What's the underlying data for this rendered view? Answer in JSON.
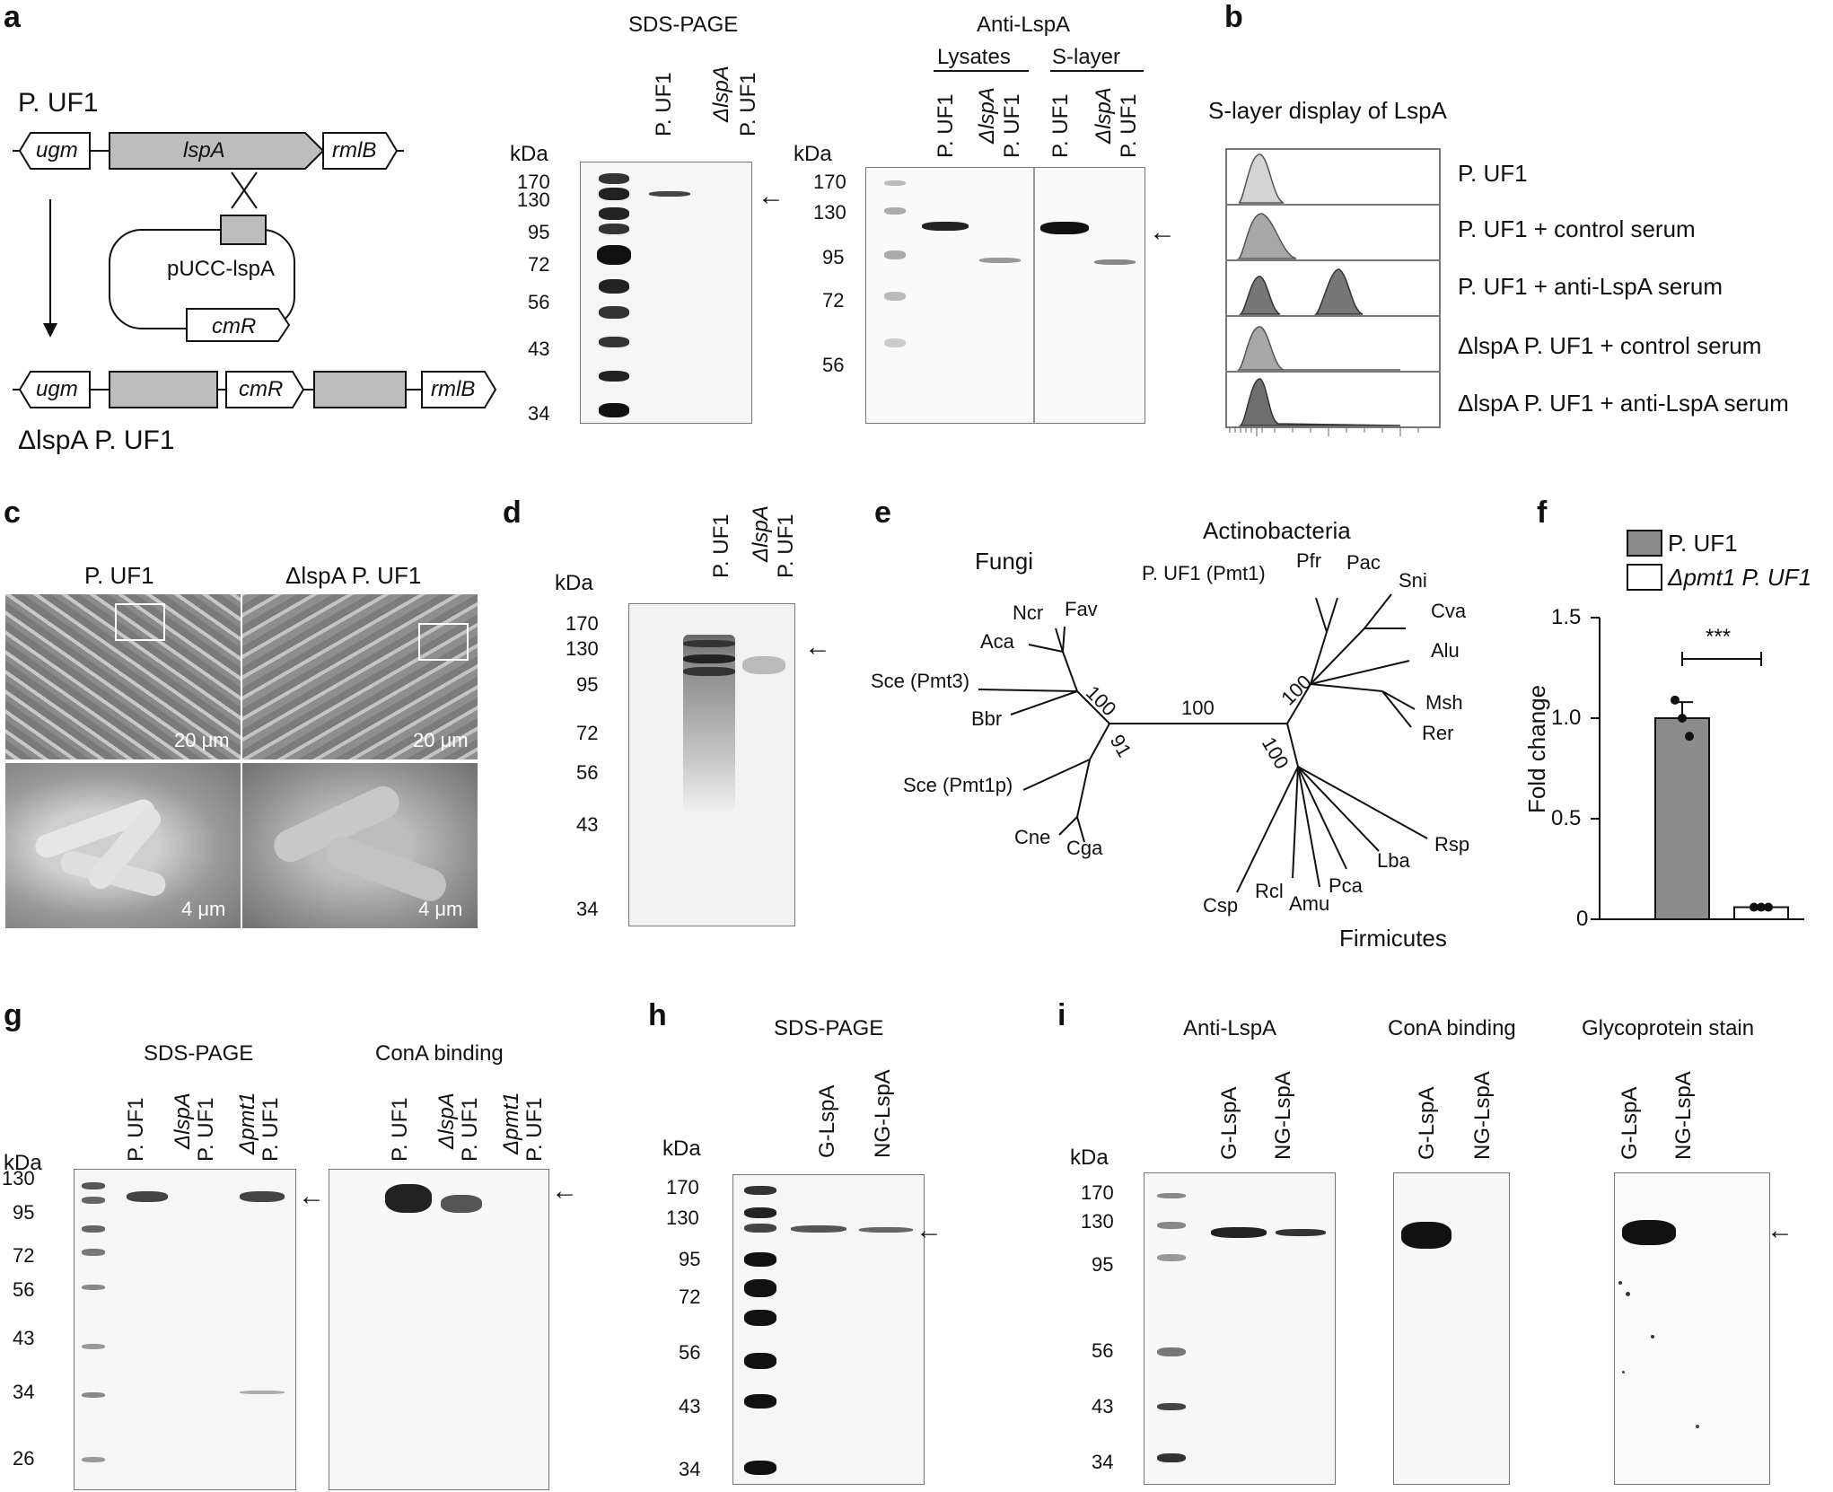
{
  "panels": {
    "a": {
      "label": "a",
      "strain": "P. UF1",
      "genes": [
        "ugm",
        "lspA",
        "rmlB"
      ],
      "plasmid": "pUCC-lspA",
      "plasmid_gene": "cmR",
      "mutant_genes": [
        "ugm",
        "cmR",
        "rmlB"
      ],
      "mutant_label": "ΔlspA P. UF1",
      "sds_title": "SDS-PAGE",
      "anti_title": "Anti-LspA",
      "lysates": "Lysates",
      "slayer": "S-layer",
      "kda": "kDa",
      "sds_markers": [
        "170",
        "130",
        "95",
        "72",
        "56",
        "43",
        "34"
      ],
      "anti_markers": [
        "170",
        "130",
        "95",
        "72",
        "56"
      ],
      "lane_wt": "P. UF1",
      "lane_mut_1": "ΔlspA",
      "lane_mut_2": "P. UF1"
    },
    "b": {
      "label": "b",
      "title": "S-layer display of LspA",
      "rows": [
        "P. UF1",
        "P. UF1 + control serum",
        "P. UF1 + anti-LspA serum",
        "ΔlspA P. UF1 + control serum",
        "ΔlspA P. UF1 + anti-LspA serum"
      ]
    },
    "c": {
      "label": "c",
      "col1": "P. UF1",
      "col2": "ΔlspA P. UF1",
      "scale_top": "20 μm",
      "scale_bottom": "4 μm"
    },
    "d": {
      "label": "d",
      "kda": "kDa",
      "markers": [
        "170",
        "130",
        "95",
        "72",
        "56",
        "43",
        "34"
      ],
      "lane_wt": "P. UF1",
      "lane_mut_1": "ΔlspA",
      "lane_mut_2": "P. UF1"
    },
    "e": {
      "label": "e",
      "groups": [
        "Actinobacteria",
        "Fungi",
        "Firmicutes"
      ],
      "taxa": [
        "Ncr",
        "Fav",
        "Aca",
        "Sce (Pmt3)",
        "Bbr",
        "Sce (Pmt1p)",
        "Cne",
        "Cga",
        "P. UF1 (Pmt1)",
        "Pfr",
        "Pac",
        "Sni",
        "Cva",
        "Alu",
        "Msh",
        "Rer",
        "Rsp",
        "Lba",
        "Pca",
        "Amu",
        "Rcl",
        "Csp"
      ],
      "bootstrap": [
        "100",
        "91",
        "100",
        "100",
        "100"
      ]
    },
    "f": {
      "label": "f",
      "legend": [
        "P. UF1",
        "Δpmt1 P. UF1"
      ],
      "ylabel": "Fold change",
      "yticks": [
        "0",
        "0.5",
        "1.0",
        "1.5"
      ],
      "sig": "***"
    },
    "g": {
      "label": "g",
      "sds_title": "SDS-PAGE",
      "cona_title": "ConA binding",
      "kda": "kDa",
      "markers": [
        "130",
        "95",
        "72",
        "56",
        "43",
        "34",
        "26"
      ],
      "lane_wt": "P. UF1",
      "lane_lspa_1": "ΔlspA",
      "lane_lspa_2": "P. UF1",
      "lane_pmt_1": "Δpmt1",
      "lane_pmt_2": "P. UF1"
    },
    "h": {
      "label": "h",
      "title": "SDS-PAGE",
      "kda": "kDa",
      "markers": [
        "170",
        "130",
        "95",
        "72",
        "56",
        "43",
        "34"
      ],
      "lanes": [
        "G-LspA",
        "NG-LspA"
      ]
    },
    "i": {
      "label": "i",
      "titles": [
        "Anti-LspA",
        "ConA binding",
        "Glycoprotein stain"
      ],
      "kda": "kDa",
      "markers": [
        "170",
        "130",
        "95",
        "56",
        "43",
        "34"
      ],
      "lanes": [
        "G-LspA",
        "NG-LspA"
      ]
    }
  },
  "chart_data": {
    "type": "bar",
    "categories": [
      "P. UF1",
      "Δpmt1 P. UF1"
    ],
    "values": [
      1.0,
      0.06
    ],
    "errors": [
      0.08,
      0.005
    ],
    "points": [
      [
        1.09,
        1.0,
        0.91
      ],
      [
        0.06,
        0.06,
        0.06
      ]
    ],
    "ylabel": "Fold change",
    "ylim": [
      0,
      1.5
    ],
    "yticks": [
      0,
      0.5,
      1.0,
      1.5
    ],
    "colors": [
      "#8c8c8c",
      "#ffffff"
    ]
  }
}
